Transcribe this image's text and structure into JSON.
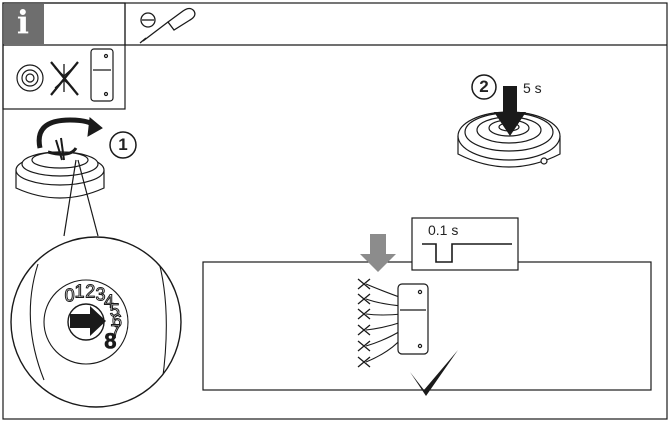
{
  "header": {
    "info_glyph": "i",
    "tool_icon": "screwdriver-icon"
  },
  "prerequisites": {
    "icons": [
      "smoke-detector-icon",
      "no-wireless-icon",
      "transmitter-module-icon"
    ]
  },
  "steps": [
    {
      "number": "1",
      "icon": "rotate-arrow-icon"
    },
    {
      "number": "2",
      "icon": "press-arrow-icon",
      "duration": "5 s"
    }
  ],
  "dial": {
    "digits": [
      "0",
      "1",
      "2",
      "3",
      "4",
      "5",
      "6",
      "7",
      "8"
    ],
    "selected": "8"
  },
  "signal": {
    "pulse_duration": "0.1 s"
  },
  "result": {
    "icon": "checkmark-icon"
  },
  "colors": {
    "info_badge": "#6e6e6e",
    "line": "#1a1a1a",
    "arrow_gray": "#8c8c8c"
  }
}
